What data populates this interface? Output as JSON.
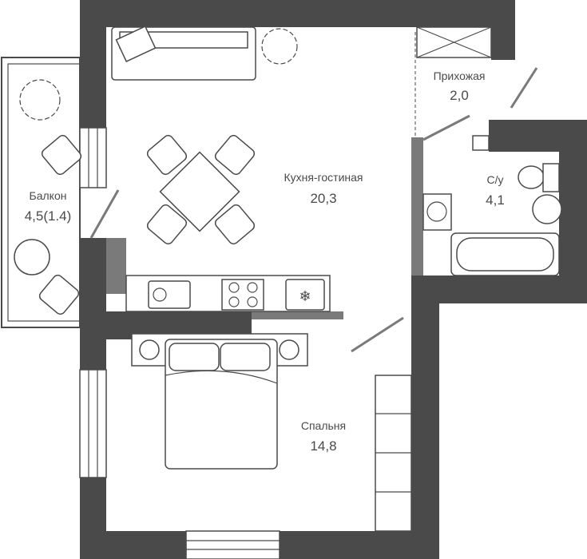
{
  "rooms": {
    "hallway": {
      "name": "Прихожая",
      "area": "2,0"
    },
    "bathroom": {
      "name": "С/у",
      "area": "4,1"
    },
    "kitchen_living": {
      "name": "Кухня-гостиная",
      "area": "20,3"
    },
    "balcony": {
      "name": "Балкон",
      "area": "4,5(1.4)"
    },
    "bedroom": {
      "name": "Спальня",
      "area": "14,8"
    }
  },
  "colors": {
    "wall": "#4a4a4a",
    "partition": "#7a7a7a"
  }
}
